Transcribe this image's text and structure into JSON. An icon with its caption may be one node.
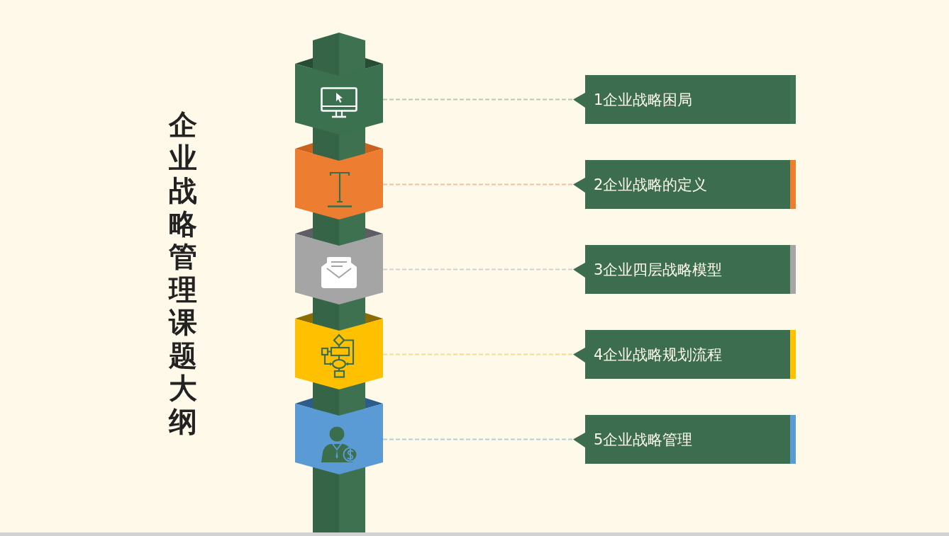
{
  "diagram": {
    "title": "企业战略管理课题大纲",
    "nodes": [
      {
        "text": [],
        "shape": "box"
      },
      {
        "text": [
          "1企业战略困局"
        ]
      },
      {
        "text": [],
        "shape": "box"
      },
      {
        "text": [
          "2企业战略的定义"
        ]
      },
      {
        "text": [],
        "shape": "box"
      },
      {
        "text": [
          "3企业四层战略模型"
        ]
      },
      {
        "text": [],
        "shape": "box"
      },
      {
        "text": [
          "4企业战略规划流程"
        ]
      },
      {
        "text": [],
        "shape": "box"
      },
      {
        "text": [
          "5企业战略管理"
        ]
      }
    ],
    "edges": [
      {
        "from": 0,
        "to": 1,
        "arrow": "none",
        "style": "dashed",
        "color": "#b4c9b6"
      },
      {
        "from": 2,
        "to": 3,
        "arrow": "none",
        "style": "dashed",
        "color": "#f2c19e"
      },
      {
        "from": 4,
        "to": 5,
        "arrow": "none",
        "style": "dashed",
        "color": "#d2d2cc"
      },
      {
        "from": 6,
        "to": 7,
        "arrow": "none",
        "style": "dashed",
        "color": "#f4dc8c"
      },
      {
        "from": 8,
        "to": 9,
        "arrow": "none",
        "style": "dashed",
        "color": "#b3cde3"
      }
    ]
  }
}
